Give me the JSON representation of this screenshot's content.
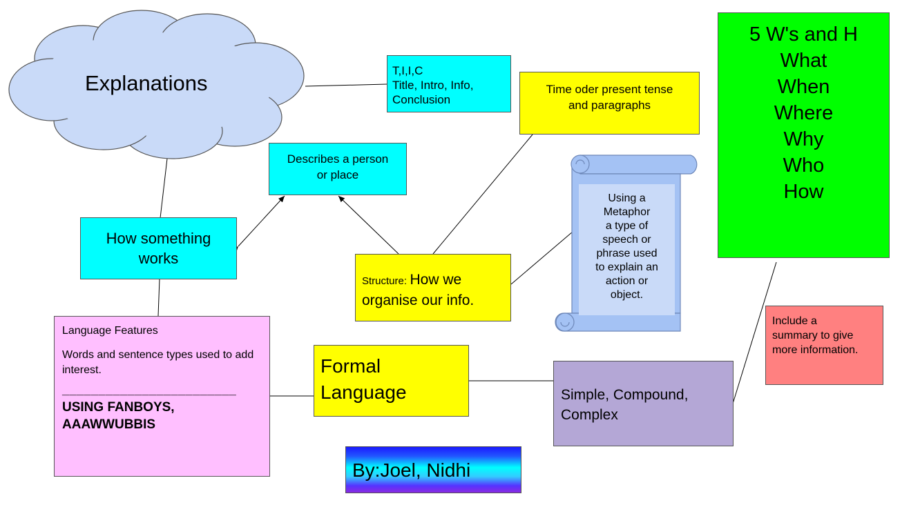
{
  "colors": {
    "cloud": "#c9daf8",
    "cyan": "#00ffff",
    "yellow": "#ffff00",
    "pink": "#ffbfff",
    "purple": "#b4a7d6",
    "salmon": "#ff8080",
    "green": "#00ff00",
    "scroll": "#a4c2f4"
  },
  "cloud": {
    "label": "Explanations"
  },
  "tiic": {
    "line1": "T,I,I,C",
    "line2": "Title, Intro, Info,",
    "line3": "Conclusion"
  },
  "time_order": {
    "text": "Time oder present tense\nand paragraphs"
  },
  "five_ws": {
    "lines": [
      "5 W's and H",
      "What",
      "When",
      "Where",
      "Why",
      "Who",
      "How"
    ]
  },
  "describes": {
    "text": "Describes a person\nor place"
  },
  "how_works": {
    "text": "How something\nworks"
  },
  "structure": {
    "small": "Structure:",
    "large": "How we",
    "line2": "organise our info."
  },
  "metaphor": {
    "text": "Using a\nMetaphor\na type of\nspeech or\nphrase used\nto explain an\naction or\nobject."
  },
  "language_features": {
    "title": "Language Features",
    "description": "Words and sentence types used to add interest.",
    "underline": "________________________",
    "bold": "USING FANBOYS,\nAAAWWUBBIS"
  },
  "formal": {
    "text": "Formal\nLanguage"
  },
  "simple": {
    "text": "Simple, Compound,\nComplex"
  },
  "summary": {
    "text": "Include a\nsummary to give\nmore information."
  },
  "byline": {
    "text": "By:Joel, Nidhi"
  }
}
